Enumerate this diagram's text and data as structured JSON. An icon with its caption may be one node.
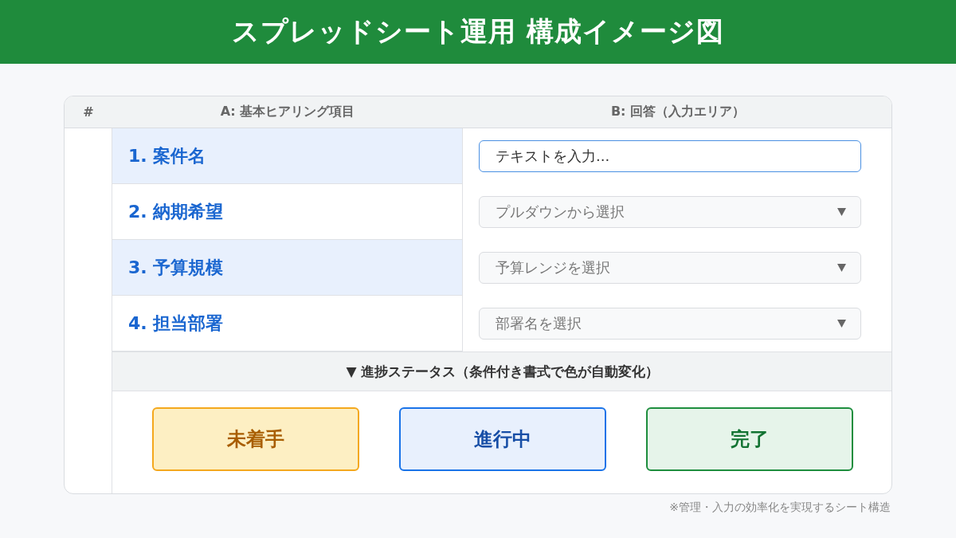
{
  "diagram": {
    "title": "スプレッドシート運用 構成イメージ図",
    "caption": "※管理・入力の効率化を実現するシート構造",
    "nodes": [
      {
        "text": [
          "テキストを入力..."
        ]
      },
      {
        "text": [
          "プルダウンから選択"
        ]
      },
      {
        "text": [
          "予算レンジを選択"
        ]
      },
      {
        "text": [
          "部署名を選択"
        ]
      },
      {
        "text": [
          "未着手"
        ]
      },
      {
        "text": [
          "進行中"
        ]
      },
      {
        "text": [
          "完了"
        ]
      }
    ],
    "edges": [],
    "labels": [
      "#",
      "A: 基本ヒアリング項目",
      "B: 回答（入力エリア）",
      "1. 案件名",
      "2. 納期希望",
      "3. 予算規模",
      "4. 担当部署",
      "▼ 進捗ステータス（条件付き書式で色が自動変化）"
    ]
  }
}
